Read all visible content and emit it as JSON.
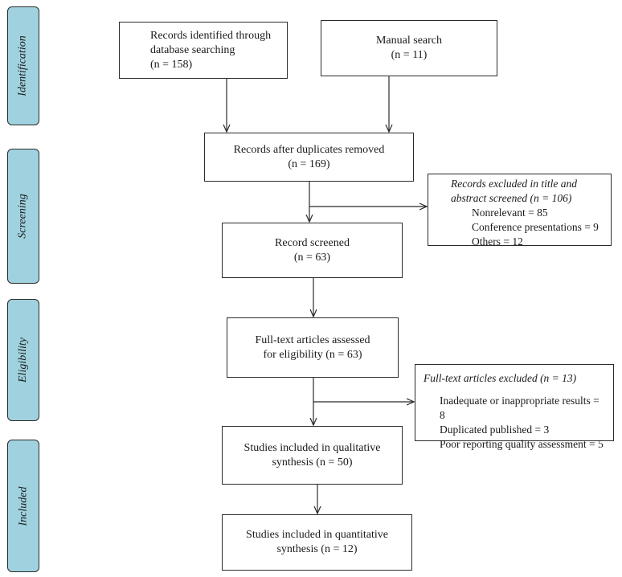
{
  "stages": {
    "identification": "Identification",
    "screening": "Screening",
    "eligibility": "Eligibility",
    "included": "Included"
  },
  "boxes": {
    "database": {
      "line1": "Records identified through",
      "line2": "database searching",
      "line3": "(n = 158)"
    },
    "manual": {
      "line1": "Manual search",
      "line2": "(n = 11)"
    },
    "duplicates": {
      "line1": "Records after duplicates removed",
      "line2": "(n = 169)"
    },
    "screened": {
      "line1": "Record screened",
      "line2": "(n = 63)"
    },
    "fulltext": {
      "line1": "Full-text articles assessed",
      "line2": "for eligibility (n = 63)"
    },
    "qualitative": {
      "line1": "Studies included in qualitative",
      "line2": "synthesis (n = 50)"
    },
    "quantitative": {
      "line1": "Studies included in quantitative",
      "line2": "synthesis (n = 12)"
    }
  },
  "exclusions": {
    "title_abstract": {
      "title1": "Records excluded in title and",
      "title2": "abstract screened (n = 106)",
      "items": [
        "Nonrelevant = 85",
        "Conference presentations = 9",
        "Others = 12"
      ]
    },
    "fulltext": {
      "title": "Full-text articles excluded (n = 13)",
      "items": [
        "Inadequate or inappropriate results = 8",
        "Duplicated published = 3",
        "Poor reporting quality assessment = 5"
      ]
    }
  }
}
